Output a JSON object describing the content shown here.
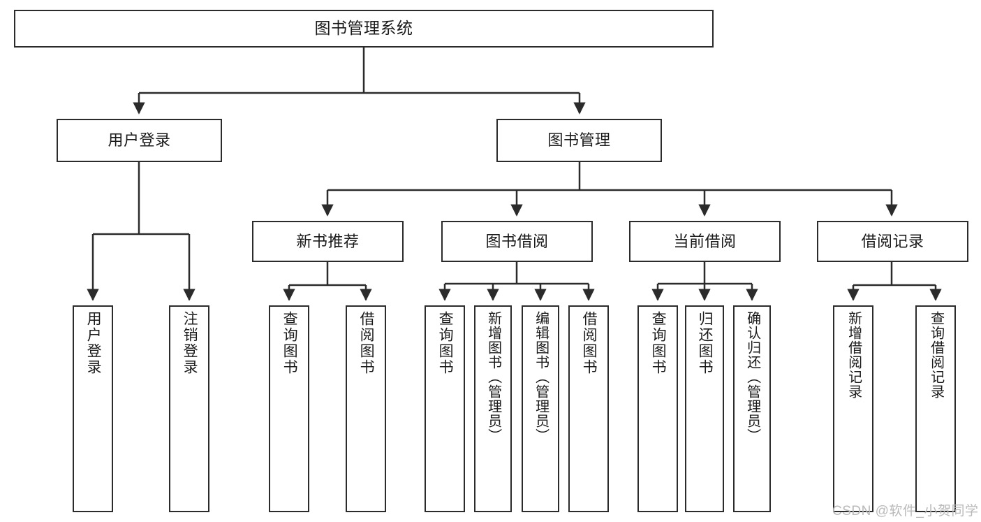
{
  "diagram": {
    "title": "图书管理系统",
    "type": "tree-hierarchy",
    "nodes": {
      "root": {
        "label": "图书管理系统"
      },
      "user_login": {
        "label": "用户登录"
      },
      "book_mgmt": {
        "label": "图书管理"
      },
      "new_book_rec": {
        "label": "新书推荐"
      },
      "book_borrow": {
        "label": "图书借阅"
      },
      "current_borrow": {
        "label": "当前借阅"
      },
      "borrow_record": {
        "label": "借阅记录"
      },
      "leaf_user_login": {
        "label": "用户登录"
      },
      "leaf_logout": {
        "label": "注销登录"
      },
      "leaf_query_book_1": {
        "label": "查询图书"
      },
      "leaf_borrow_book_1": {
        "label": "借阅图书"
      },
      "leaf_query_book_2": {
        "label": "查询图书"
      },
      "leaf_add_book": {
        "label": "新增图书（管理员）"
      },
      "leaf_edit_book": {
        "label": "编辑图书（管理员）"
      },
      "leaf_borrow_book_2": {
        "label": "借阅图书"
      },
      "leaf_query_book_3": {
        "label": "查询图书"
      },
      "leaf_return_book": {
        "label": "归还图书"
      },
      "leaf_confirm_return": {
        "label": "确认归还（管理员）"
      },
      "leaf_add_record": {
        "label": "新增借阅记录"
      },
      "leaf_query_record": {
        "label": "查询借阅记录"
      }
    },
    "colors": {
      "stroke": "#2b2b2b",
      "fill": "#ffffff",
      "text": "#1a1a1a",
      "watermark": "#b9b9b9"
    }
  },
  "watermark": {
    "text": "CSDN @软件_小贺同学"
  }
}
